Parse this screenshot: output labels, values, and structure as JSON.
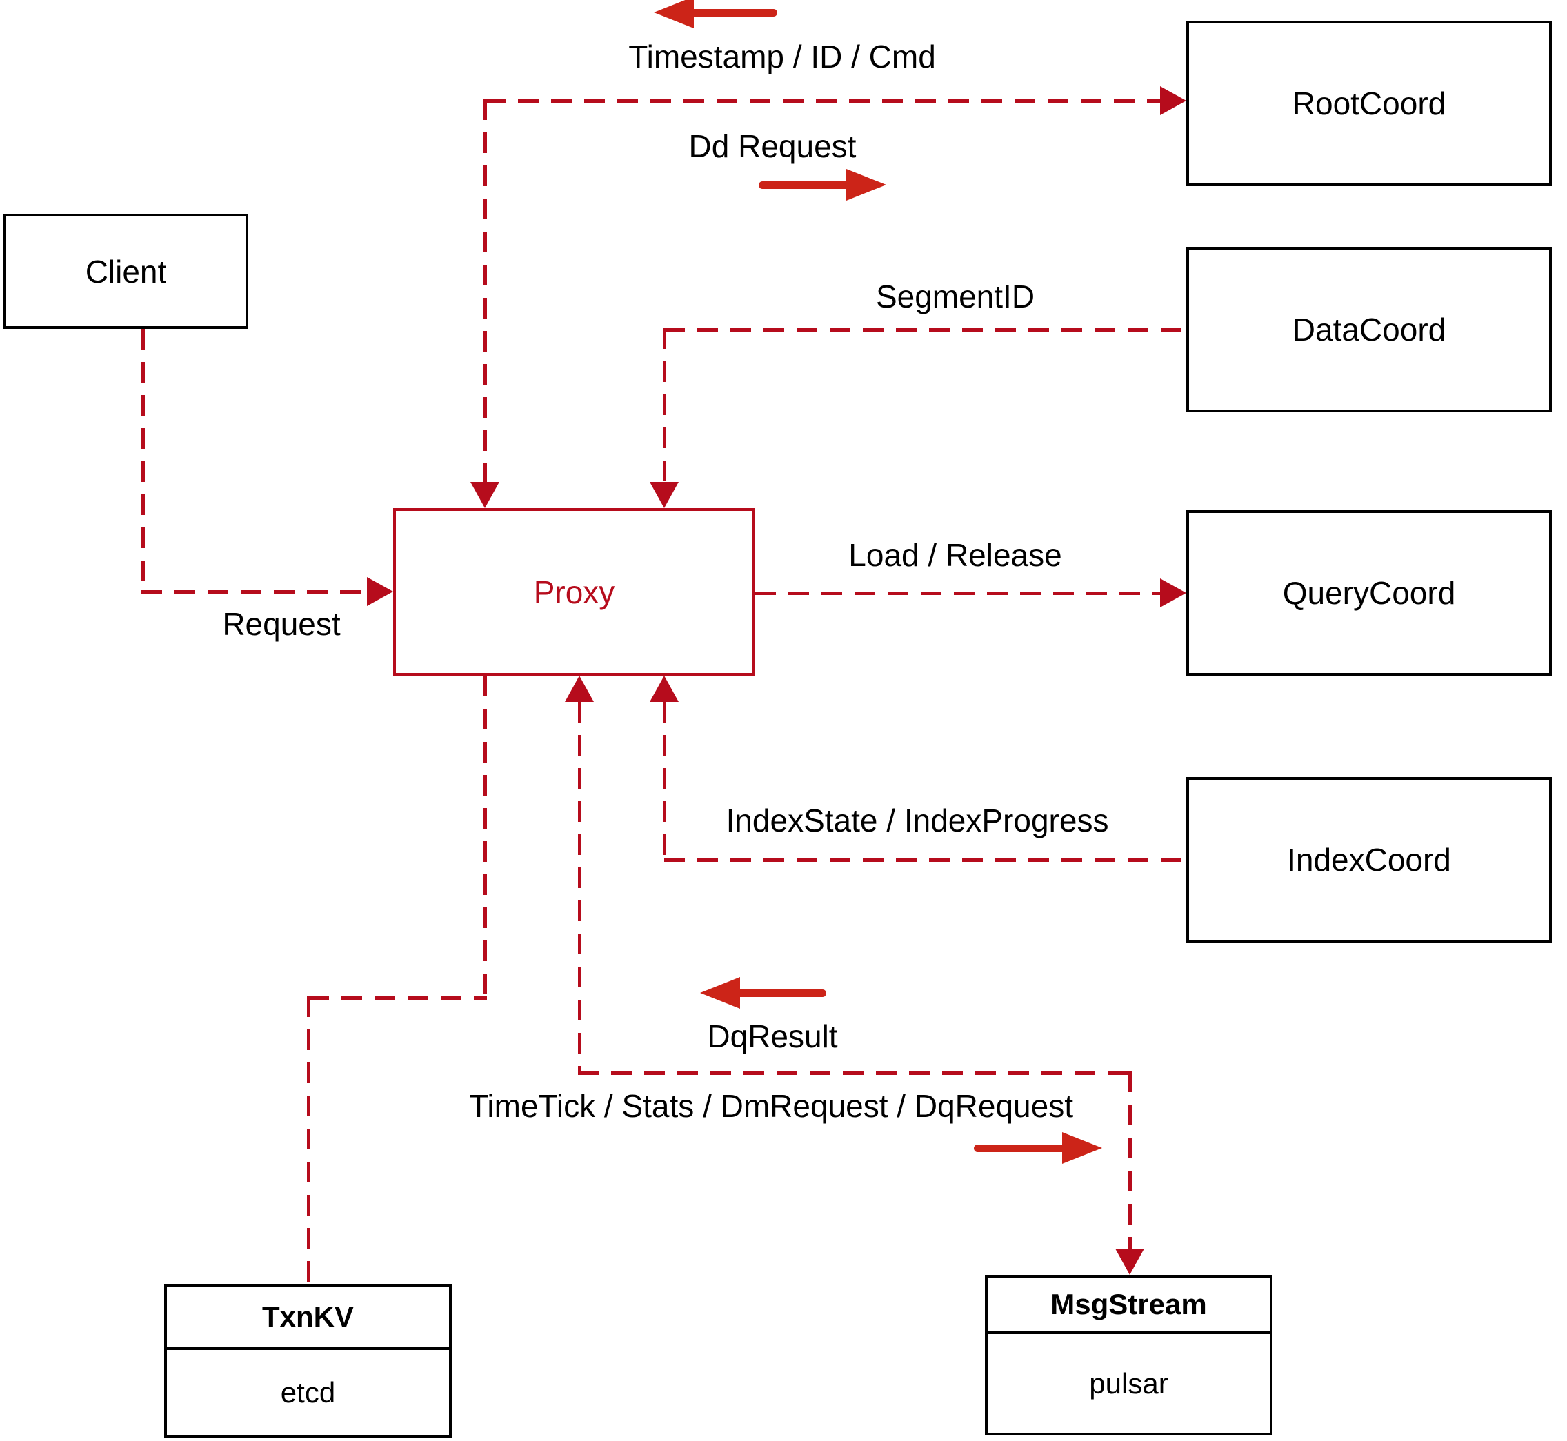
{
  "diagram": {
    "title_hint": "Proxy architecture diagram",
    "colors": {
      "line": "#b60c1c",
      "arrow": "#cc2418",
      "box_border": "#000000",
      "text": "#000000",
      "background": "#ffffff"
    },
    "nodes": {
      "client": {
        "label": "Client"
      },
      "proxy": {
        "label": "Proxy"
      },
      "root_coord": {
        "label": "RootCoord"
      },
      "data_coord": {
        "label": "DataCoord"
      },
      "query_coord": {
        "label": "QueryCoord"
      },
      "index_coord": {
        "label": "IndexCoord"
      },
      "txn_kv": {
        "title": "TxnKV",
        "subtitle": "etcd"
      },
      "msg_stream": {
        "title": "MsgStream",
        "subtitle": "pulsar"
      }
    },
    "edges": {
      "proxy_rootcoord": {
        "label_return": "Timestamp / ID / Cmd",
        "label_send": "Dd Request"
      },
      "client_proxy": {
        "label": "Request"
      },
      "datacoord_proxy": {
        "label": "SegmentID"
      },
      "proxy_querycoord": {
        "label": "Load / Release"
      },
      "indexcoord_proxy": {
        "label": "IndexState / IndexProgress"
      },
      "msgstream_proxy": {
        "label_return": "DqResult",
        "label_send": "TimeTick / Stats / DmRequest / DqRequest"
      }
    }
  }
}
